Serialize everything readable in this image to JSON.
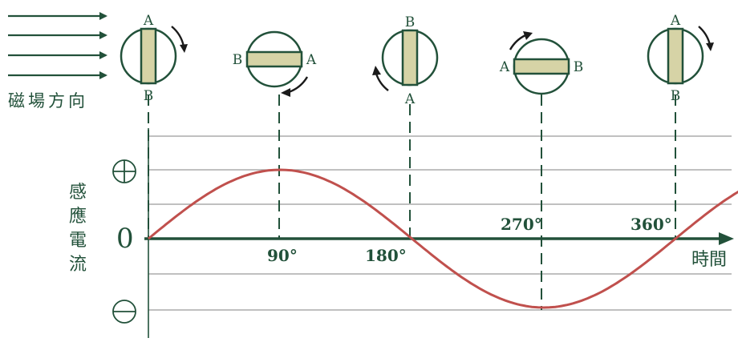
{
  "magnetic_field_label": "磁場方向",
  "y_axis": {
    "title_chars": [
      "感",
      "應",
      "電",
      "流"
    ],
    "positive_symbol": "⊕",
    "negative_symbol": "⊖",
    "zero_label": "0"
  },
  "x_axis": {
    "title": "時間",
    "ticks": [
      {
        "deg": 90,
        "label": "90°"
      },
      {
        "deg": 180,
        "label": "180°"
      },
      {
        "deg": 270,
        "label": "270°"
      },
      {
        "deg": 360,
        "label": "360°"
      }
    ]
  },
  "coil_states": [
    {
      "angle_deg": 0,
      "orientation": "vertical",
      "top": "A",
      "bottom": "B",
      "rotation": "clockwise"
    },
    {
      "angle_deg": 90,
      "orientation": "horizontal",
      "left": "B",
      "right": "A",
      "rotation": "clockwise"
    },
    {
      "angle_deg": 180,
      "orientation": "vertical",
      "top": "B",
      "bottom": "A",
      "rotation": "clockwise"
    },
    {
      "angle_deg": 270,
      "orientation": "horizontal",
      "left": "A",
      "right": "B",
      "rotation": "clockwise"
    },
    {
      "angle_deg": 360,
      "orientation": "vertical",
      "top": "A",
      "bottom": "B",
      "rotation": "clockwise"
    }
  ],
  "curve": {
    "type": "sine",
    "cycles_shown_deg": [
      0,
      405
    ],
    "color": "#c0504d"
  },
  "colors": {
    "ink": "#22513a",
    "grid": "#9a9a9a",
    "coil_fill": "#d6d3a6"
  }
}
